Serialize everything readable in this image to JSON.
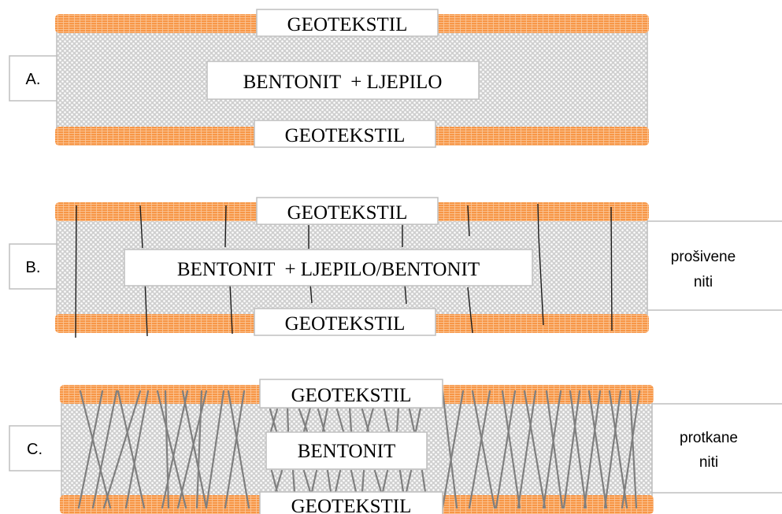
{
  "panels": [
    {
      "id": "A",
      "tag": "A.",
      "top_layer": "GEOTEKSTIL",
      "core": "BENTONIT  + LJEPILO",
      "bottom_layer": "GEOTEKSTIL",
      "side_label": []
    },
    {
      "id": "B",
      "tag": "B.",
      "top_layer": "GEOTEKSTIL",
      "core": "BENTONIT  + LJEPILO/BENTONIT",
      "bottom_layer": "GEOTEKSTIL",
      "side_label": [
        "prošivene",
        "niti"
      ]
    },
    {
      "id": "C",
      "tag": "C.",
      "top_layer": "GEOTEKSTIL",
      "core": "BENTONIT",
      "bottom_layer": "GEOTEKSTIL",
      "side_label": [
        "protkane",
        "niti"
      ]
    }
  ],
  "colors": {
    "geotextile": "#f79646",
    "geotextile_grid": "#fbc89c",
    "bentonite_bg": "#d0d0d0",
    "bentonite_dots": "#ffffff",
    "stitch_line": "#1a1a1a",
    "woven_fiber": "#7f7f7f",
    "box_border": "#bfbfbf"
  }
}
